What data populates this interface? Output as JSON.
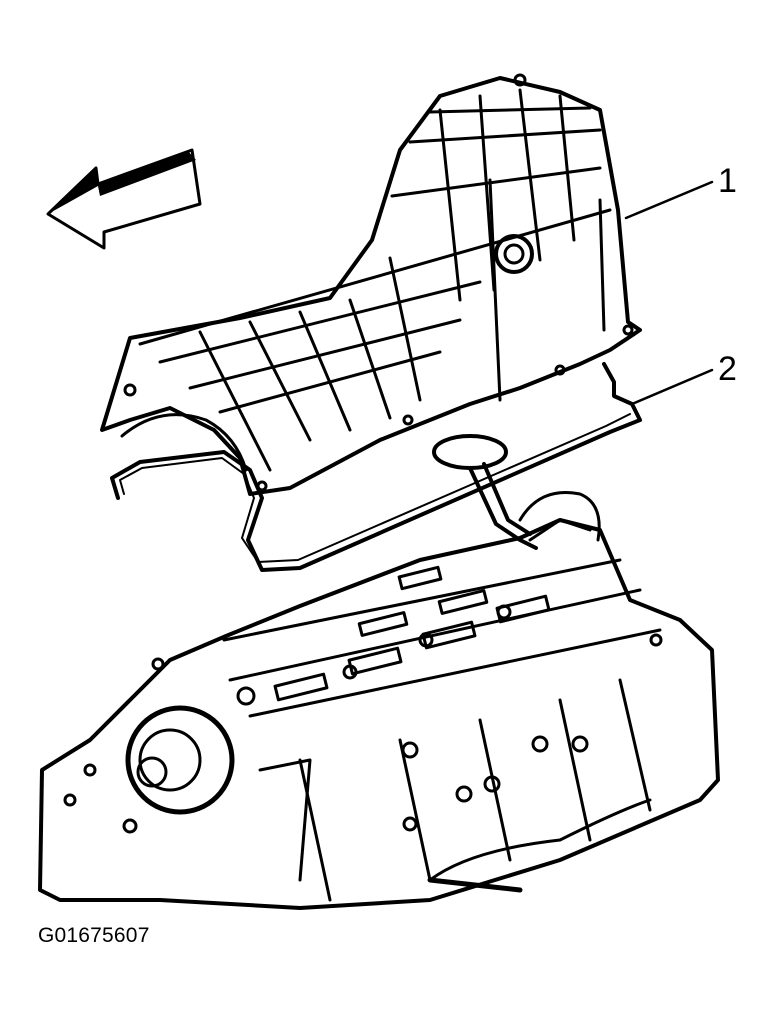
{
  "figure": {
    "id_label": "G01675607",
    "callouts": [
      {
        "number": "1",
        "part": "oil-pan"
      },
      {
        "number": "2",
        "part": "oil-pan-gasket"
      }
    ],
    "icons": [
      "direction-arrow-icon"
    ],
    "colors": {
      "ink": "#000000",
      "paper": "#ffffff"
    }
  }
}
